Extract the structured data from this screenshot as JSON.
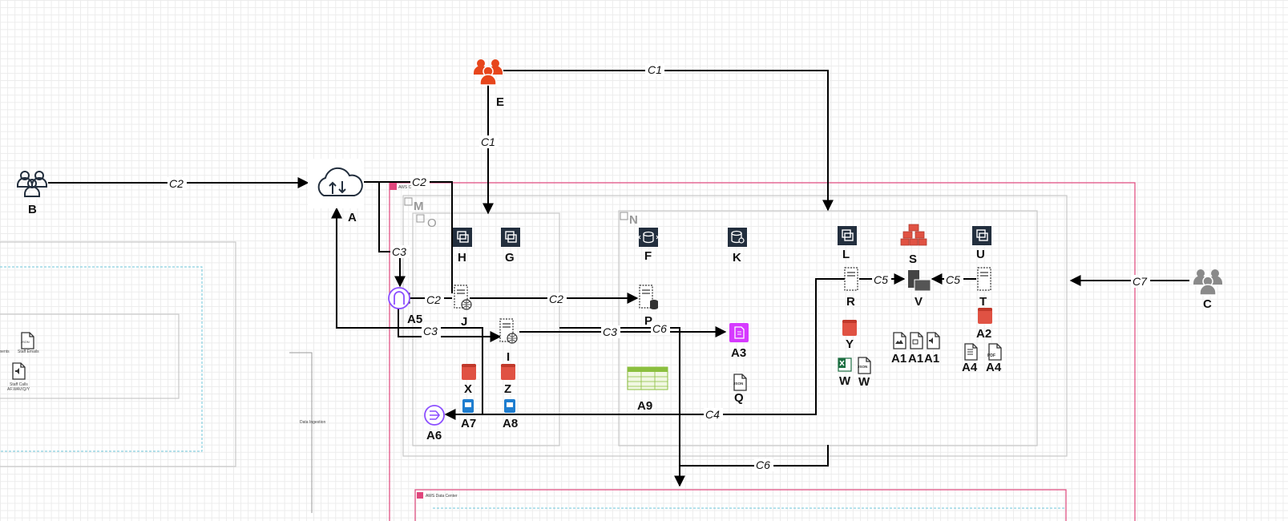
{
  "nodes": {
    "A": "A",
    "B": "B",
    "C": "C",
    "E": "E",
    "F": "F",
    "G": "G",
    "H": "H",
    "I": "I",
    "J": "J",
    "K": "K",
    "L": "L",
    "M": "M",
    "N": "N",
    "O": "O",
    "P": "P",
    "Q": "Q",
    "R": "R",
    "S": "S",
    "T": "T",
    "U": "U",
    "V": "V",
    "W1": "W",
    "W2": "W",
    "X": "X",
    "Y": "Y",
    "Z": "Z",
    "A1a": "A1",
    "A1b": "A1",
    "A1c": "A1",
    "A2": "A2",
    "A3": "A3",
    "A4a": "A4",
    "A4b": "A4",
    "A5": "A5",
    "A6": "A6",
    "A7": "A7",
    "A8": "A8",
    "A9": "A9"
  },
  "edges": {
    "c1_top": "C1",
    "c1_vert": "C1",
    "c2_b": "C2",
    "c2_a": "C2",
    "c2_j": "C2",
    "c2_jp": "C2",
    "c3_a": "C3",
    "c3_i": "C3",
    "c3_mid": "C3",
    "c4": "C4",
    "c5_r": "C5",
    "c5_t": "C5",
    "c6_top": "C6",
    "c6_bot": "C6",
    "c7": "C7"
  },
  "small_text": {
    "staff_emails": "Staff Emails",
    "staff_calls": "Staff Calls",
    "staff_calls_sub": "AF.WAV/Q/Y",
    "ments": "ments",
    "data_ingestion": "Data Ingestion",
    "aws_data_center": "AWS Data Center",
    "aws_cloud": "AWS C"
  },
  "icon_text": {
    "json": "JSON",
    "pdf": "PDF"
  },
  "colors": {
    "aws_border": "#e0467c",
    "group_border": "#c8c8c8",
    "dashed_border": "#6cc6d8",
    "users_orange": "#e7461c",
    "storage_red": "#e05243",
    "dark_service": "#232f3e",
    "vpc_purple": "#8c4fff",
    "blue_service": "#1f7ed0",
    "a3_magenta": "#d63aff",
    "table_green": "#8bbf3f"
  }
}
